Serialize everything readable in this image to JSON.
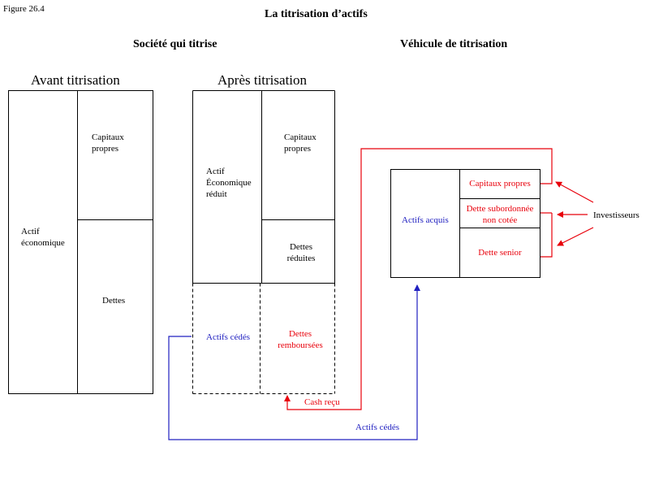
{
  "figure_label": "Figure 26.4",
  "title": "La titrisation d’actifs",
  "section_left": "Société qui titrise",
  "section_right": "Véhicule de titrisation",
  "before": {
    "title": "Avant titrisation",
    "asset": "Actif économique",
    "equity": "Capitaux propres",
    "debt": "Dettes"
  },
  "after": {
    "title": "Après titrisation",
    "asset_reduced": "Actif Économique réduit",
    "equity": "Capitaux propres",
    "debt_reduced": "Dettes réduites",
    "assets_sold": "Actifs cédés",
    "debt_repaid": "Dettes remboursées"
  },
  "vehicle": {
    "assets": "Actifs acquis",
    "equity": "Capitaux propres",
    "subordinated": "Dette subordonnée non cotée",
    "senior": "Dette senior"
  },
  "investors": "Investisseurs",
  "cash_received": "Cash reçu",
  "assets_transferred": "Actifs cédés",
  "colors": {
    "red": "#e8000b",
    "blue": "#2020c0",
    "black": "#000000"
  }
}
